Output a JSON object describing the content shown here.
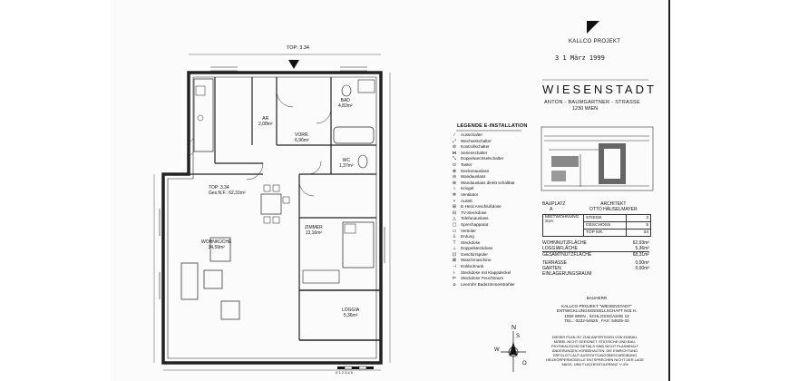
{
  "header": {
    "top_label": "TOP: 3.34",
    "company": "KALLCO PROJEKT",
    "date_stamp": "3 1 März 1999",
    "project": "WIESENSTADT",
    "address_line1": "ANTON - BAUMGARTNER - STRASSE",
    "address_line2": "1230 WIEN"
  },
  "rooms": {
    "ar": {
      "name": "AR",
      "area": "2,08m²"
    },
    "bad": {
      "name": "BAD",
      "area": "4,82m²"
    },
    "vorr": {
      "name": "VORR.",
      "area": "6,96m²"
    },
    "wc": {
      "name": "WC",
      "area": "1,37m²"
    },
    "zimmer": {
      "name": "ZIMMER",
      "area": "13,16m²"
    },
    "wohnkueche": {
      "name": "WOHNKÜCHE",
      "area": "34,59m²"
    },
    "loggia": {
      "name": "LOGGIA",
      "area": "5,36m²"
    },
    "top_info": {
      "line1": "TOP: 3.34",
      "line2": "Ges.N.F.: 62,31m²"
    }
  },
  "legend": {
    "title": "LEGENDE E-INSTALLATION",
    "items": [
      "Ausschalter",
      "Wechselschalter",
      "Kontrollschalter",
      "Serienschalter",
      "Doppelwechselschalter",
      "Taster",
      "Deckenauslass",
      "Wandauslass",
      "Wandauslass direkt schaltbar",
      "Kringel",
      "Ventilator",
      "Ausstl.",
      "E-Herd Anschlußdose",
      "TV-Steckdose",
      "Telefonauslass",
      "Sprechapparat",
      "Verteiler",
      "Erdung",
      "Steckdose",
      "Doppelsteckdose",
      "Geschirrspüler",
      "Waschmaschine",
      "Kühlschrank",
      "Steckdose mit Klappdeckel",
      "Steckdose Feuchtraum",
      "Leerrohr Badezimmerstrahler"
    ]
  },
  "info_box": {
    "bauplatz_label": "BAUPLATZ",
    "bauplatz_value": "A",
    "architekt_label": "ARCHITEKT",
    "architekt_value": "OTTO HÄUSELMAYER",
    "mietwohnung_label": "MIETWOHNUNG",
    "mietwohnung_value": "S2A",
    "stiege_label": "STIEGE",
    "stiege_value": "3",
    "geschoss_label": "GESCHOSS",
    "geschoss_value": "5",
    "top_nr_label": "TOP NR.",
    "top_nr_value": "34",
    "wohnnutz_label": "WOHNNUTZFLÄCHE",
    "wohnnutz_value": "62,93m²",
    "loggia_label": "LOGGIAFLÄCHE",
    "loggia_value": "5,36m²",
    "gesamt_label": "GESAMTNUTZFLÄCHE",
    "gesamt_value": "68,31m²",
    "terrasse_label": "TERRASSE",
    "terrasse_value": "0,00m²",
    "garten_label": "GARTEN",
    "garten_value": "0,00m²",
    "einlagerung_label": "EINLAGERUNGSRAUM"
  },
  "bauherr": {
    "label": "BAUHERR",
    "line1": "KALLCO PROJEKT \"WIESENSTADT\"",
    "line2": "ENTWICKLUNGSGESELLSCHAFT M.B.H.",
    "line3": "1050 WIEN , SCHLOSSGASSE 13",
    "line4": "TEL.: 0222-54625 ,   FAX: 54625-33"
  },
  "disclaimer": [
    "DIESER PLAN IST ZUM ANFERTIGEN VON EINBAU-",
    "MÖBEL NICHT GEEIGNET. STATISCHE UND BAU-",
    "PHYSIKALISCHE DETAILS SIND NICHT PLANINHALT",
    "ÄNDERUNGEN VORBEHALTEN. DIE EINRICHTUNG",
    "ERFOLGT LAUT AUSSTATTUNGSBESCHREIBUNG",
    "HEIZKÖRPERMODELLE ENTSPRECHEN NICHT DER LAGE",
    "MASS- UND FLÄCHENTOLERANZ +/-3%"
  ],
  "compass": {
    "n": "N",
    "s": "S",
    "w": "W",
    "o": "O"
  },
  "scale": {
    "label": "0  1  2  3  4  5"
  }
}
